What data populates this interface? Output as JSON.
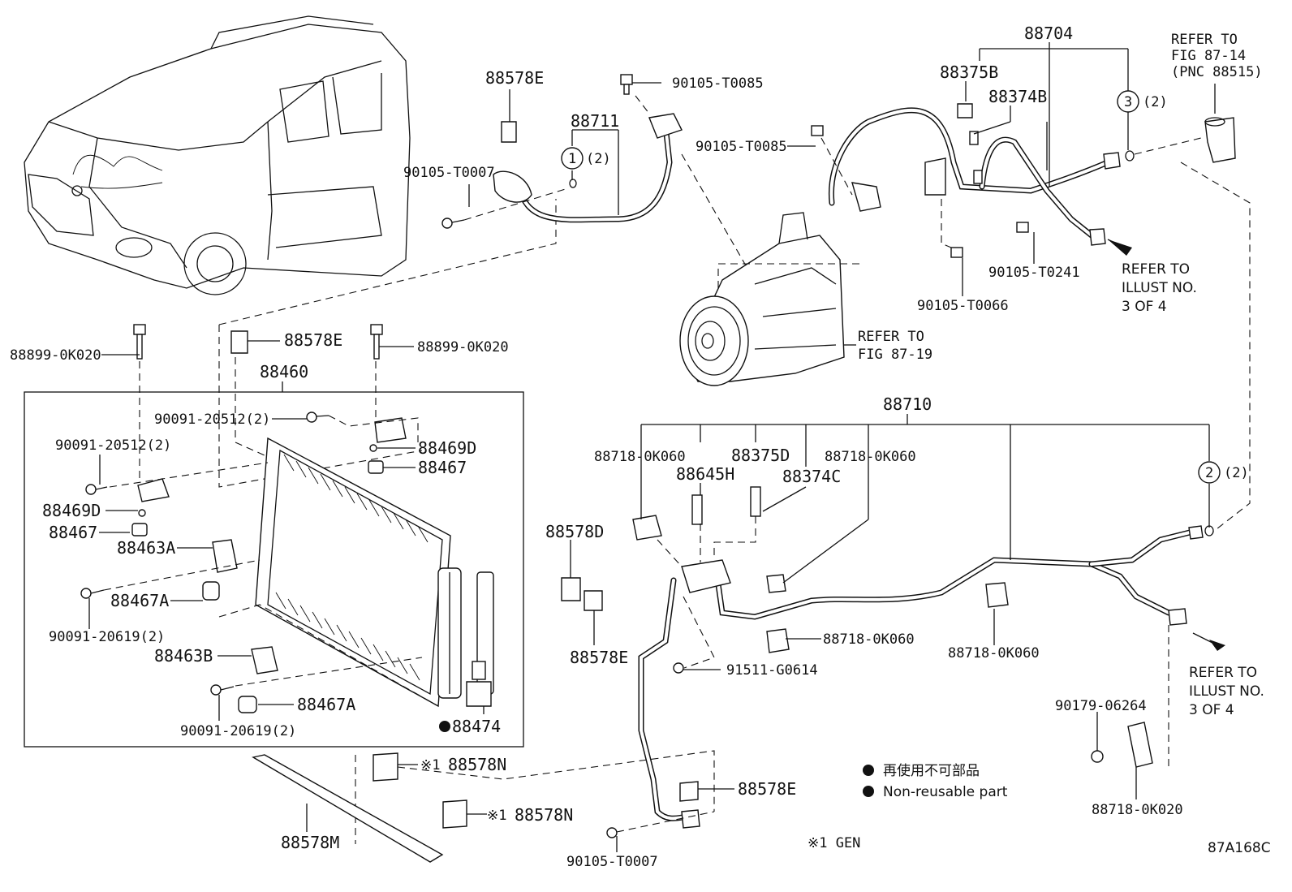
{
  "diagram_code": "87A168C",
  "legend": {
    "non_reusable_jp": "再使用不可部品",
    "non_reusable_en": "Non-reusable part",
    "gen_note": "※1 GEN"
  },
  "refs": {
    "fig_87_14": [
      "REFER TO",
      "FIG 87-14",
      "(PNC 88515)"
    ],
    "fig_87_19": [
      "REFER TO",
      "FIG 87-19"
    ],
    "illust_a": [
      "REFER TO",
      "ILLUST NO.",
      "3 OF 4"
    ],
    "illust_b": [
      "REFER TO",
      "ILLUST NO.",
      "3 OF 4"
    ]
  },
  "circle_marks": {
    "c1": {
      "num": "1",
      "qty": "(2)"
    },
    "c2": {
      "num": "2",
      "qty": "(2)"
    },
    "c3": {
      "num": "3",
      "qty": "(2)"
    }
  },
  "labels": {
    "p88704": "88704",
    "p88375B": "88375B",
    "p88374B": "88374B",
    "p88578E_top": "88578E",
    "p88711": "88711",
    "p90105T0085_a": "90105-T0085",
    "p90105T0085_b": "90105-T0085",
    "p90105T0007_top": "90105-T0007",
    "p90105T0241": "90105-T0241",
    "p90105T0066": "90105-T0066",
    "p88899_left": "88899-0K020",
    "p88899_right": "88899-0K020",
    "p88578E_mid": "88578E",
    "p88460": "88460",
    "p90091_20512_a": "90091-20512(2)",
    "p90091_20512_b": "90091-20512(2)",
    "p88469D_a": "88469D",
    "p88469D_b": "88469D",
    "p88467_a": "88467",
    "p88467_b": "88467",
    "p88463A": "88463A",
    "p88467A_a": "88467A",
    "p88467A_b": "88467A",
    "p90091_20619_a": "90091-20619(2)",
    "p90091_20619_b": "90091-20619(2)",
    "p88463B": "88463B",
    "p88474": "88474",
    "p88578N_a": "88578N",
    "p88578N_b": "88578N",
    "p88578N_prefix": "※1",
    "p88578M": "88578M",
    "p88710": "88710",
    "p88718_0K060_a": "88718-0K060",
    "p88718_0K060_b": "88718-0K060",
    "p88718_0K060_c": "88718-0K060",
    "p88718_0K060_d": "88718-0K060",
    "p88645H": "88645H",
    "p88375D": "88375D",
    "p88374C": "88374C",
    "p88578D": "88578D",
    "p88578E_low": "88578E",
    "p88578E_bottom": "88578E",
    "p91511": "91511-G0614",
    "p90105T0007_bottom": "90105-T0007",
    "p90179": "90179-06264",
    "p88718_0K020": "88718-0K020"
  }
}
